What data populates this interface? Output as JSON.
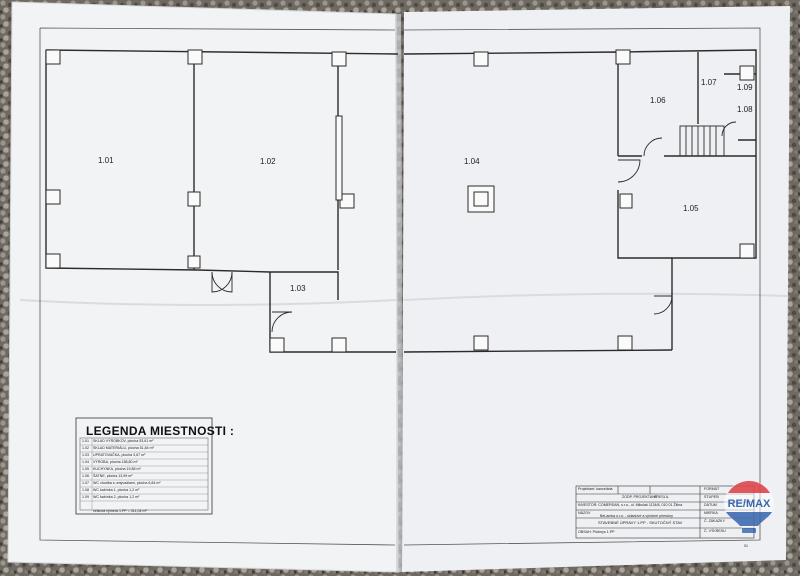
{
  "image": {
    "subject": "photo of an unfolded architectural floor plan sheet lying on gravel",
    "colors": {
      "gravel": "#6f6a62",
      "paper": "#f3f4f6",
      "ink": "#2b2b2b",
      "watermark_red": "#d8232a",
      "watermark_blue": "#1b4fa0"
    }
  },
  "rooms": [
    {
      "id": "1.01"
    },
    {
      "id": "1.02"
    },
    {
      "id": "1.03"
    },
    {
      "id": "1.04"
    },
    {
      "id": "1.05"
    },
    {
      "id": "1.06"
    },
    {
      "id": "1.07"
    },
    {
      "id": "1.08"
    },
    {
      "id": "1.09"
    }
  ],
  "legend": {
    "title": "LEGENDA MIESTNOSTI :",
    "rows": [
      {
        "num": "1.01",
        "text": "SKLAD VÝROBKOV, plocha 53,61 m²"
      },
      {
        "num": "1.02",
        "text": "SKLAD MATERIÁLU, plocha 51,84 m²"
      },
      {
        "num": "1.03",
        "text": "UPRATOVAČKA, plocha 3,67 m²"
      },
      {
        "num": "1.04",
        "text": "VÝROBA, plocha 158,80 m²"
      },
      {
        "num": "1.05",
        "text": "KUCHYNKA, plocha 19,88 m²"
      },
      {
        "num": "1.06",
        "text": "ŠATNE, plocha 13,99 m²"
      },
      {
        "num": "1.07",
        "text": "WC chodba s umývadlami, plocha 6,84 m²"
      },
      {
        "num": "1.08",
        "text": "WC kabínka 1, plocha 1,2 m²"
      },
      {
        "num": "1.09",
        "text": "WC kabínka 2, plocha 1,2 m²"
      },
      {
        "num": "",
        "text": ""
      },
      {
        "num": "",
        "text": "celková výmera 1.PP = 311,04 m²"
      }
    ]
  },
  "title_block": {
    "projektant": "Projektant: kancelária",
    "zodp_projektant": "ZODP. PROJEKTANT",
    "kreslil": "KRESLIL",
    "investor": "INVESTOR: COMERSAN, s.r.o., ul. Mikulaš 1134/8, 010 01 Žilina",
    "nazov": "NÁZOV",
    "project_line1": "BeLamka s.r.o. - skladové a výrobné priestory",
    "project_line2": "STAVEBNÉ ÚPRAVY 1.PP - SKUTOČNÝ STAV",
    "obsah": "OBSAH: Pôdorys 1.PP",
    "right_col": [
      "FORMÁT",
      "STUPEŇ",
      "DÁTUM",
      "MIERKA",
      "Č. ZÁKAZKY",
      "Č. VÝKRESU"
    ],
    "sheet_no": "01"
  },
  "watermark": {
    "brand": "RE/MAX"
  }
}
